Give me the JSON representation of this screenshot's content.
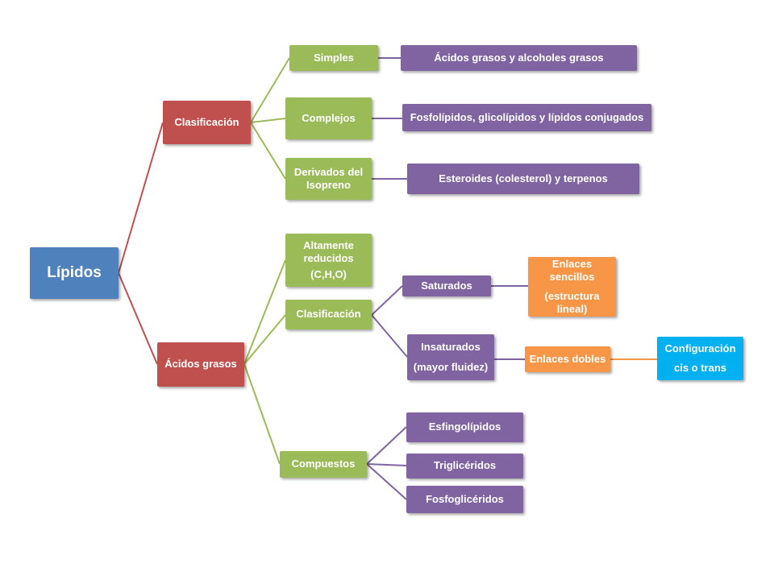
{
  "colors": {
    "blue": "#4f81bd",
    "red": "#c0504d",
    "green": "#9bbb59",
    "purple": "#8064a2",
    "orange": "#f79646",
    "cyan": "#00b0f0"
  },
  "nodes": {
    "lipidos": "Lípidos",
    "clasificacion_root": "Clasificación",
    "acidos_grasos": "Ácidos grasos",
    "simples": "Simples",
    "complejos": "Complejos",
    "derivados": [
      "Derivados del",
      "Isopreno"
    ],
    "acidos_alcoholes": "Ácidos grasos y alcoholes grasos",
    "fosfolipidos": "Fosfolípidos, glicolípidos y lípidos conjugados",
    "esteroides": "Esteroides (colesterol) y terpenos",
    "altamente": [
      "Altamente",
      "reducidos",
      "(C,H,O)"
    ],
    "clasificacion_ag": "Clasificación",
    "compuestos": "Compuestos",
    "saturados": "Saturados",
    "insaturados": [
      "Insaturados",
      "(mayor fluidez)"
    ],
    "enlaces_sencillos": [
      "Enlaces",
      "sencillos",
      "(estructura",
      "lineal)"
    ],
    "enlaces_dobles": "Enlaces dobles",
    "configuracion": [
      "Configuración",
      "cis o trans"
    ],
    "esfingolipidos": "Esfingolípidos",
    "trigliceridos": "Triglicéridos",
    "fosfogliceridos": "Fosfoglicéridos"
  }
}
